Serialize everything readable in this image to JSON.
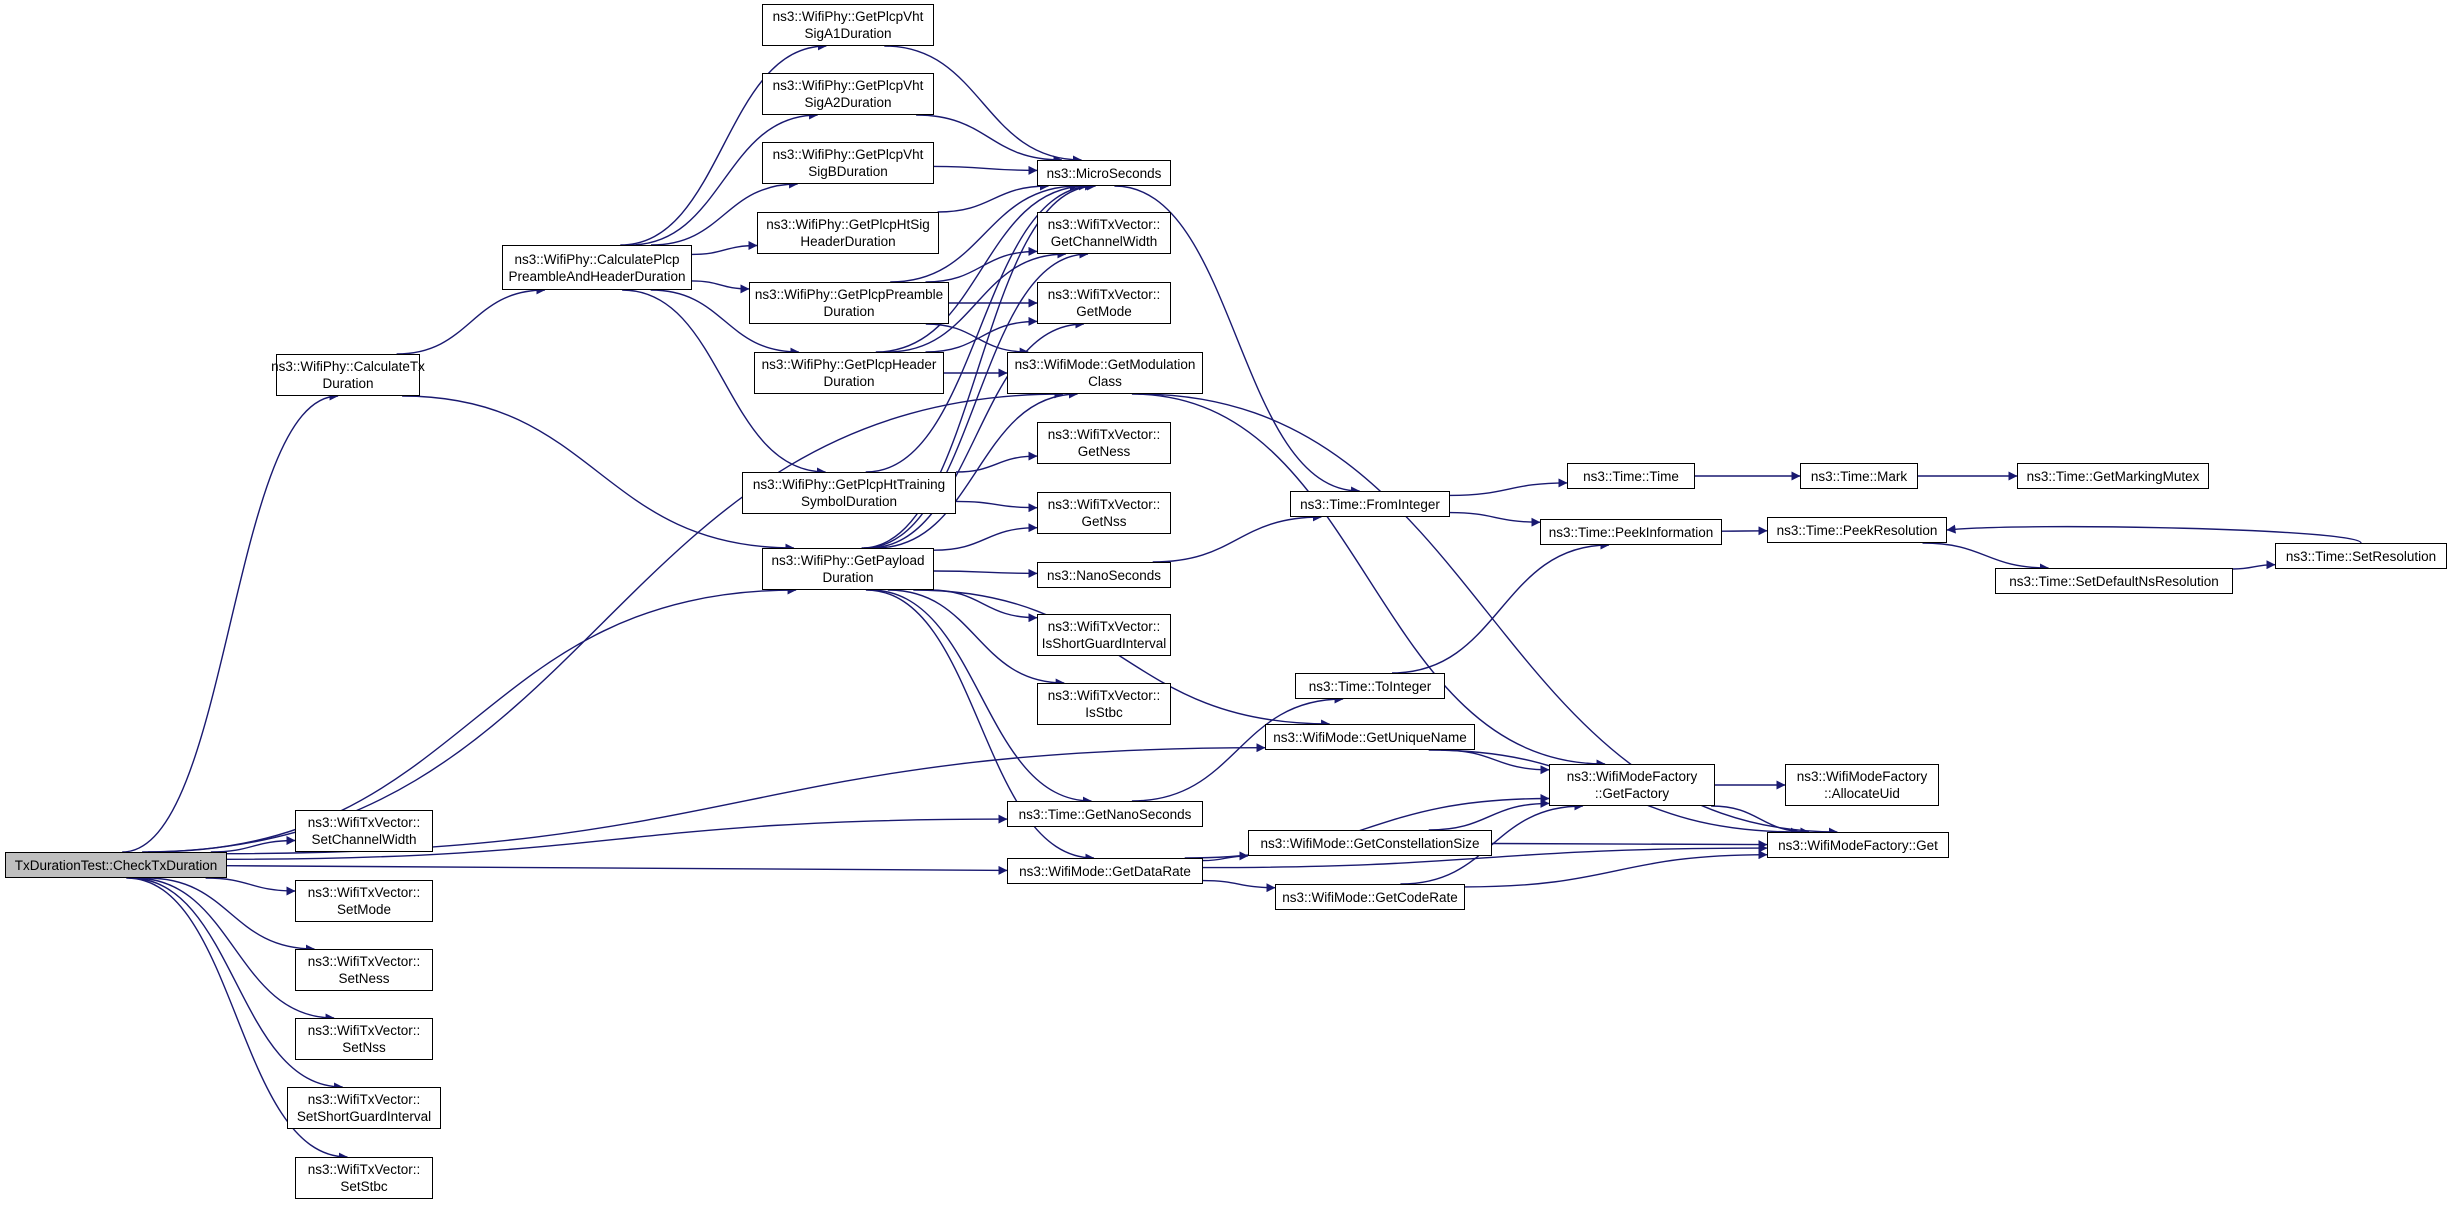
{
  "colors": {
    "edge": "#191970",
    "node_border": "#000000",
    "root_fill": "#bfbfbf",
    "node_fill": "#ffffff"
  },
  "nodes": [
    {
      "id": "root",
      "lines": [
        "TxDurationTest::CheckTxDuration"
      ]
    },
    {
      "id": "calc_tx",
      "lines": [
        "ns3::WifiPhy::CalculateTx",
        "Duration"
      ]
    },
    {
      "id": "calc_plcp",
      "lines": [
        "ns3::WifiPhy::CalculatePlcp",
        "PreambleAndHeaderDuration"
      ]
    },
    {
      "id": "vht_a1",
      "lines": [
        "ns3::WifiPhy::GetPlcpVht",
        "SigA1Duration"
      ]
    },
    {
      "id": "vht_a2",
      "lines": [
        "ns3::WifiPhy::GetPlcpVht",
        "SigA2Duration"
      ]
    },
    {
      "id": "vht_b",
      "lines": [
        "ns3::WifiPhy::GetPlcpVht",
        "SigBDuration"
      ]
    },
    {
      "id": "htsig",
      "lines": [
        "ns3::WifiPhy::GetPlcpHtSig",
        "HeaderDuration"
      ]
    },
    {
      "id": "preamble",
      "lines": [
        "ns3::WifiPhy::GetPlcpPreamble",
        "Duration"
      ]
    },
    {
      "id": "header",
      "lines": [
        "ns3::WifiPhy::GetPlcpHeader",
        "Duration"
      ]
    },
    {
      "id": "httraining",
      "lines": [
        "ns3::WifiPhy::GetPlcpHtTraining",
        "SymbolDuration"
      ]
    },
    {
      "id": "payload",
      "lines": [
        "ns3::WifiPhy::GetPayload",
        "Duration"
      ]
    },
    {
      "id": "micro",
      "lines": [
        "ns3::MicroSeconds"
      ]
    },
    {
      "id": "getchw",
      "lines": [
        "ns3::WifiTxVector::",
        "GetChannelWidth"
      ]
    },
    {
      "id": "getmode",
      "lines": [
        "ns3::WifiTxVector::",
        "GetMode"
      ]
    },
    {
      "id": "modclass",
      "lines": [
        "ns3::WifiMode::GetModulation",
        "Class"
      ]
    },
    {
      "id": "getness",
      "lines": [
        "ns3::WifiTxVector::",
        "GetNess"
      ]
    },
    {
      "id": "getnss",
      "lines": [
        "ns3::WifiTxVector::",
        "GetNss"
      ]
    },
    {
      "id": "nano",
      "lines": [
        "ns3::NanoSeconds"
      ]
    },
    {
      "id": "isgi",
      "lines": [
        "ns3::WifiTxVector::",
        "IsShortGuardInterval"
      ]
    },
    {
      "id": "isstbc",
      "lines": [
        "ns3::WifiTxVector::",
        "IsStbc"
      ]
    },
    {
      "id": "getnanosec",
      "lines": [
        "ns3::Time::GetNanoSeconds"
      ]
    },
    {
      "id": "datarate",
      "lines": [
        "ns3::WifiMode::GetDataRate"
      ]
    },
    {
      "id": "setchw",
      "lines": [
        "ns3::WifiTxVector::",
        "SetChannelWidth"
      ]
    },
    {
      "id": "setmode",
      "lines": [
        "ns3::WifiTxVector::",
        "SetMode"
      ]
    },
    {
      "id": "setness",
      "lines": [
        "ns3::WifiTxVector::",
        "SetNess"
      ]
    },
    {
      "id": "setnss",
      "lines": [
        "ns3::WifiTxVector::",
        "SetNss"
      ]
    },
    {
      "id": "setsgi",
      "lines": [
        "ns3::WifiTxVector::",
        "SetShortGuardInterval"
      ]
    },
    {
      "id": "setstbc",
      "lines": [
        "ns3::WifiTxVector::",
        "SetStbc"
      ]
    },
    {
      "id": "frominteger",
      "lines": [
        "ns3::Time::FromInteger"
      ]
    },
    {
      "id": "timetime",
      "lines": [
        "ns3::Time::Time"
      ]
    },
    {
      "id": "peekinfo",
      "lines": [
        "ns3::Time::PeekInformation"
      ]
    },
    {
      "id": "tointeger",
      "lines": [
        "ns3::Time::ToInteger"
      ]
    },
    {
      "id": "uniquename",
      "lines": [
        "ns3::WifiMode::GetUniqueName"
      ]
    },
    {
      "id": "constsize",
      "lines": [
        "ns3::WifiMode::GetConstellationSize"
      ]
    },
    {
      "id": "coderate",
      "lines": [
        "ns3::WifiMode::GetCodeRate"
      ]
    },
    {
      "id": "mark",
      "lines": [
        "ns3::Time::Mark"
      ]
    },
    {
      "id": "markmutex",
      "lines": [
        "ns3::Time::GetMarkingMutex"
      ]
    },
    {
      "id": "peekres",
      "lines": [
        "ns3::Time::PeekResolution"
      ]
    },
    {
      "id": "setdefres",
      "lines": [
        "ns3::Time::SetDefaultNsResolution"
      ]
    },
    {
      "id": "setres",
      "lines": [
        "ns3::Time::SetResolution"
      ]
    },
    {
      "id": "factory",
      "lines": [
        "ns3::WifiModeFactory",
        "::GetFactory"
      ]
    },
    {
      "id": "allocuid",
      "lines": [
        "ns3::WifiModeFactory",
        "::AllocateUid"
      ]
    },
    {
      "id": "factoryget",
      "lines": [
        "ns3::WifiModeFactory::Get"
      ]
    }
  ],
  "edges": [
    [
      "root",
      "calc_tx"
    ],
    [
      "root",
      "modclass"
    ],
    [
      "root",
      "payload"
    ],
    [
      "root",
      "getnanosec"
    ],
    [
      "root",
      "uniquename"
    ],
    [
      "root",
      "datarate"
    ],
    [
      "root",
      "setchw"
    ],
    [
      "root",
      "setmode"
    ],
    [
      "root",
      "setness"
    ],
    [
      "root",
      "setnss"
    ],
    [
      "root",
      "setsgi"
    ],
    [
      "root",
      "setstbc"
    ],
    [
      "calc_tx",
      "calc_plcp"
    ],
    [
      "calc_tx",
      "payload"
    ],
    [
      "calc_plcp",
      "vht_a1"
    ],
    [
      "calc_plcp",
      "vht_a2"
    ],
    [
      "calc_plcp",
      "vht_b"
    ],
    [
      "calc_plcp",
      "htsig"
    ],
    [
      "calc_plcp",
      "preamble"
    ],
    [
      "calc_plcp",
      "header"
    ],
    [
      "calc_plcp",
      "httraining"
    ],
    [
      "vht_a1",
      "micro"
    ],
    [
      "vht_a2",
      "micro"
    ],
    [
      "vht_b",
      "micro"
    ],
    [
      "htsig",
      "micro"
    ],
    [
      "preamble",
      "micro"
    ],
    [
      "preamble",
      "getchw"
    ],
    [
      "preamble",
      "getmode"
    ],
    [
      "preamble",
      "modclass"
    ],
    [
      "header",
      "micro"
    ],
    [
      "header",
      "getchw"
    ],
    [
      "header",
      "getmode"
    ],
    [
      "header",
      "modclass"
    ],
    [
      "httraining",
      "micro"
    ],
    [
      "httraining",
      "getness"
    ],
    [
      "httraining",
      "getnss"
    ],
    [
      "payload",
      "micro"
    ],
    [
      "payload",
      "getchw"
    ],
    [
      "payload",
      "getmode"
    ],
    [
      "payload",
      "modclass"
    ],
    [
      "payload",
      "getnss"
    ],
    [
      "payload",
      "nano"
    ],
    [
      "payload",
      "isgi"
    ],
    [
      "payload",
      "isstbc"
    ],
    [
      "payload",
      "getnanosec"
    ],
    [
      "payload",
      "uniquename"
    ],
    [
      "payload",
      "datarate"
    ],
    [
      "micro",
      "frominteger"
    ],
    [
      "nano",
      "frominteger"
    ],
    [
      "modclass",
      "factory"
    ],
    [
      "modclass",
      "factoryget"
    ],
    [
      "frominteger",
      "timetime"
    ],
    [
      "frominteger",
      "peekinfo"
    ],
    [
      "timetime",
      "mark"
    ],
    [
      "mark",
      "markmutex"
    ],
    [
      "peekinfo",
      "peekres"
    ],
    [
      "peekres",
      "setdefres"
    ],
    [
      "setdefres",
      "setres"
    ],
    [
      "setres",
      "peekres"
    ],
    [
      "getnanosec",
      "tointeger"
    ],
    [
      "tointeger",
      "peekinfo"
    ],
    [
      "uniquename",
      "factory"
    ],
    [
      "uniquename",
      "factoryget"
    ],
    [
      "datarate",
      "factory"
    ],
    [
      "datarate",
      "constsize"
    ],
    [
      "datarate",
      "coderate"
    ],
    [
      "datarate",
      "factoryget"
    ],
    [
      "constsize",
      "factory"
    ],
    [
      "constsize",
      "factoryget"
    ],
    [
      "coderate",
      "factory"
    ],
    [
      "coderate",
      "factoryget"
    ],
    [
      "factory",
      "allocuid"
    ],
    [
      "factory",
      "factoryget"
    ]
  ]
}
